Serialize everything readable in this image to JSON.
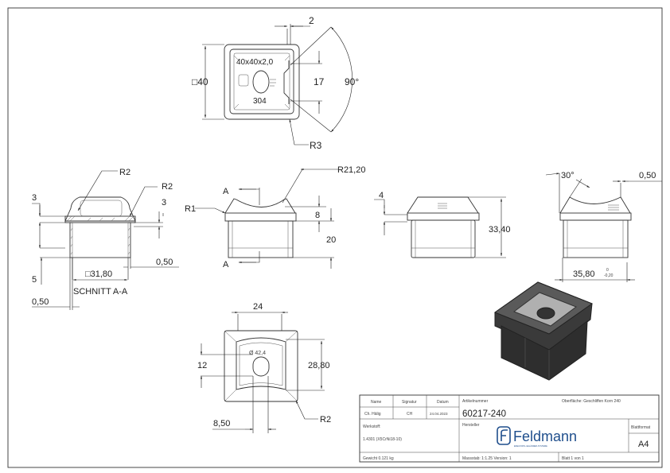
{
  "top_view": {
    "square": "□40",
    "width_dim": "2",
    "slot_dim": "17",
    "angle": "90°",
    "radius": "R3",
    "emboss_size": "40x40x2,0",
    "emboss_grade": "304"
  },
  "section_view": {
    "r_left": "R2",
    "r_right": "R2",
    "dim_top_left": "3",
    "dim_top_right": "3",
    "dim_bottom": "5",
    "wall_right": "0,50",
    "square": "□31,80",
    "wall_left": "0,50",
    "title": "SCHNITT A-A"
  },
  "front_view": {
    "radius_big": "R21,20",
    "radius_small": "R1",
    "section_mark_top": "A",
    "section_mark_bottom": "A",
    "dim_8": "8",
    "dim_20": "20"
  },
  "side_view": {
    "dim_4": "4",
    "height": "33,40"
  },
  "right_view": {
    "angle": "30°",
    "offset": "0,50",
    "width": "35,80",
    "tol_upper": "0",
    "tol_lower": "-0,20"
  },
  "bottom_view": {
    "width": "24",
    "depth": "28,80",
    "hole": "12",
    "hole_width": "8,50",
    "radius": "R2",
    "diameter": "Ø 42,4"
  },
  "title_block": {
    "name_label": "Name",
    "signature_label": "Signatur",
    "date_label": "Datum",
    "name": "Ch. Hälig",
    "signature": "CH",
    "date": "24.04.2023",
    "article_label": "Artikelnummer",
    "article": "60217-240",
    "surface": "Oberfläche:  Geschliffen Korn 240",
    "material_label": "Werkstoff:",
    "material": "1.4301 (X5CrNi18-10)",
    "manufacturer_label": "Hersteller",
    "brand": "Feldmann",
    "brand_tagline": "EDELSTAHL-GELÄNDER-SYSTEME",
    "format_label": "Blattformat",
    "format": "A4",
    "weight": "Gewicht 0.121 kg",
    "scale": "Massstab: 1:1.25   Version: 1",
    "sheet": "Blatt 1 von 1"
  },
  "colors": {
    "line": "#333333",
    "brand": "#1f4e8c",
    "render": "#3a3a3a"
  }
}
